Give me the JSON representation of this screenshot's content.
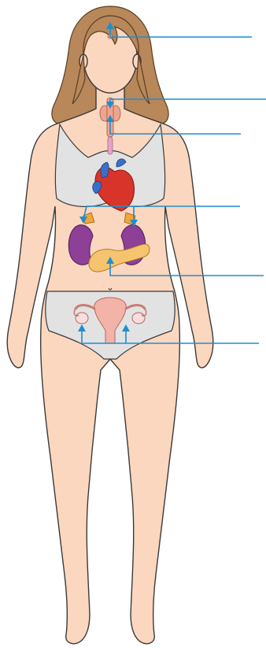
{
  "figure": {
    "colors": {
      "skin": "#fbd7bf",
      "skin_outline": "#3a3a3a",
      "hair": "#b8875a",
      "hair_outline": "#5a3e22",
      "underwear": "#e2e2e2",
      "pointer": "#1f8ecf",
      "heart": "#d8342a",
      "heart_vessels": "#3a6fc9",
      "kidney": "#8e3f96",
      "adrenal": "#f2a43a",
      "pancreas": "#f6c46e",
      "thyroid": "#f0a48e",
      "pituitary": "#f0a48e",
      "ovary": "#f8dede",
      "uterus": "#f4b3a9"
    },
    "pointers": [
      {
        "name": "pointer-head"
      },
      {
        "name": "pointer-neck"
      },
      {
        "name": "pointer-chest"
      },
      {
        "name": "pointer-kidneys"
      },
      {
        "name": "pointer-pancreas"
      },
      {
        "name": "pointer-ovaries"
      }
    ]
  }
}
